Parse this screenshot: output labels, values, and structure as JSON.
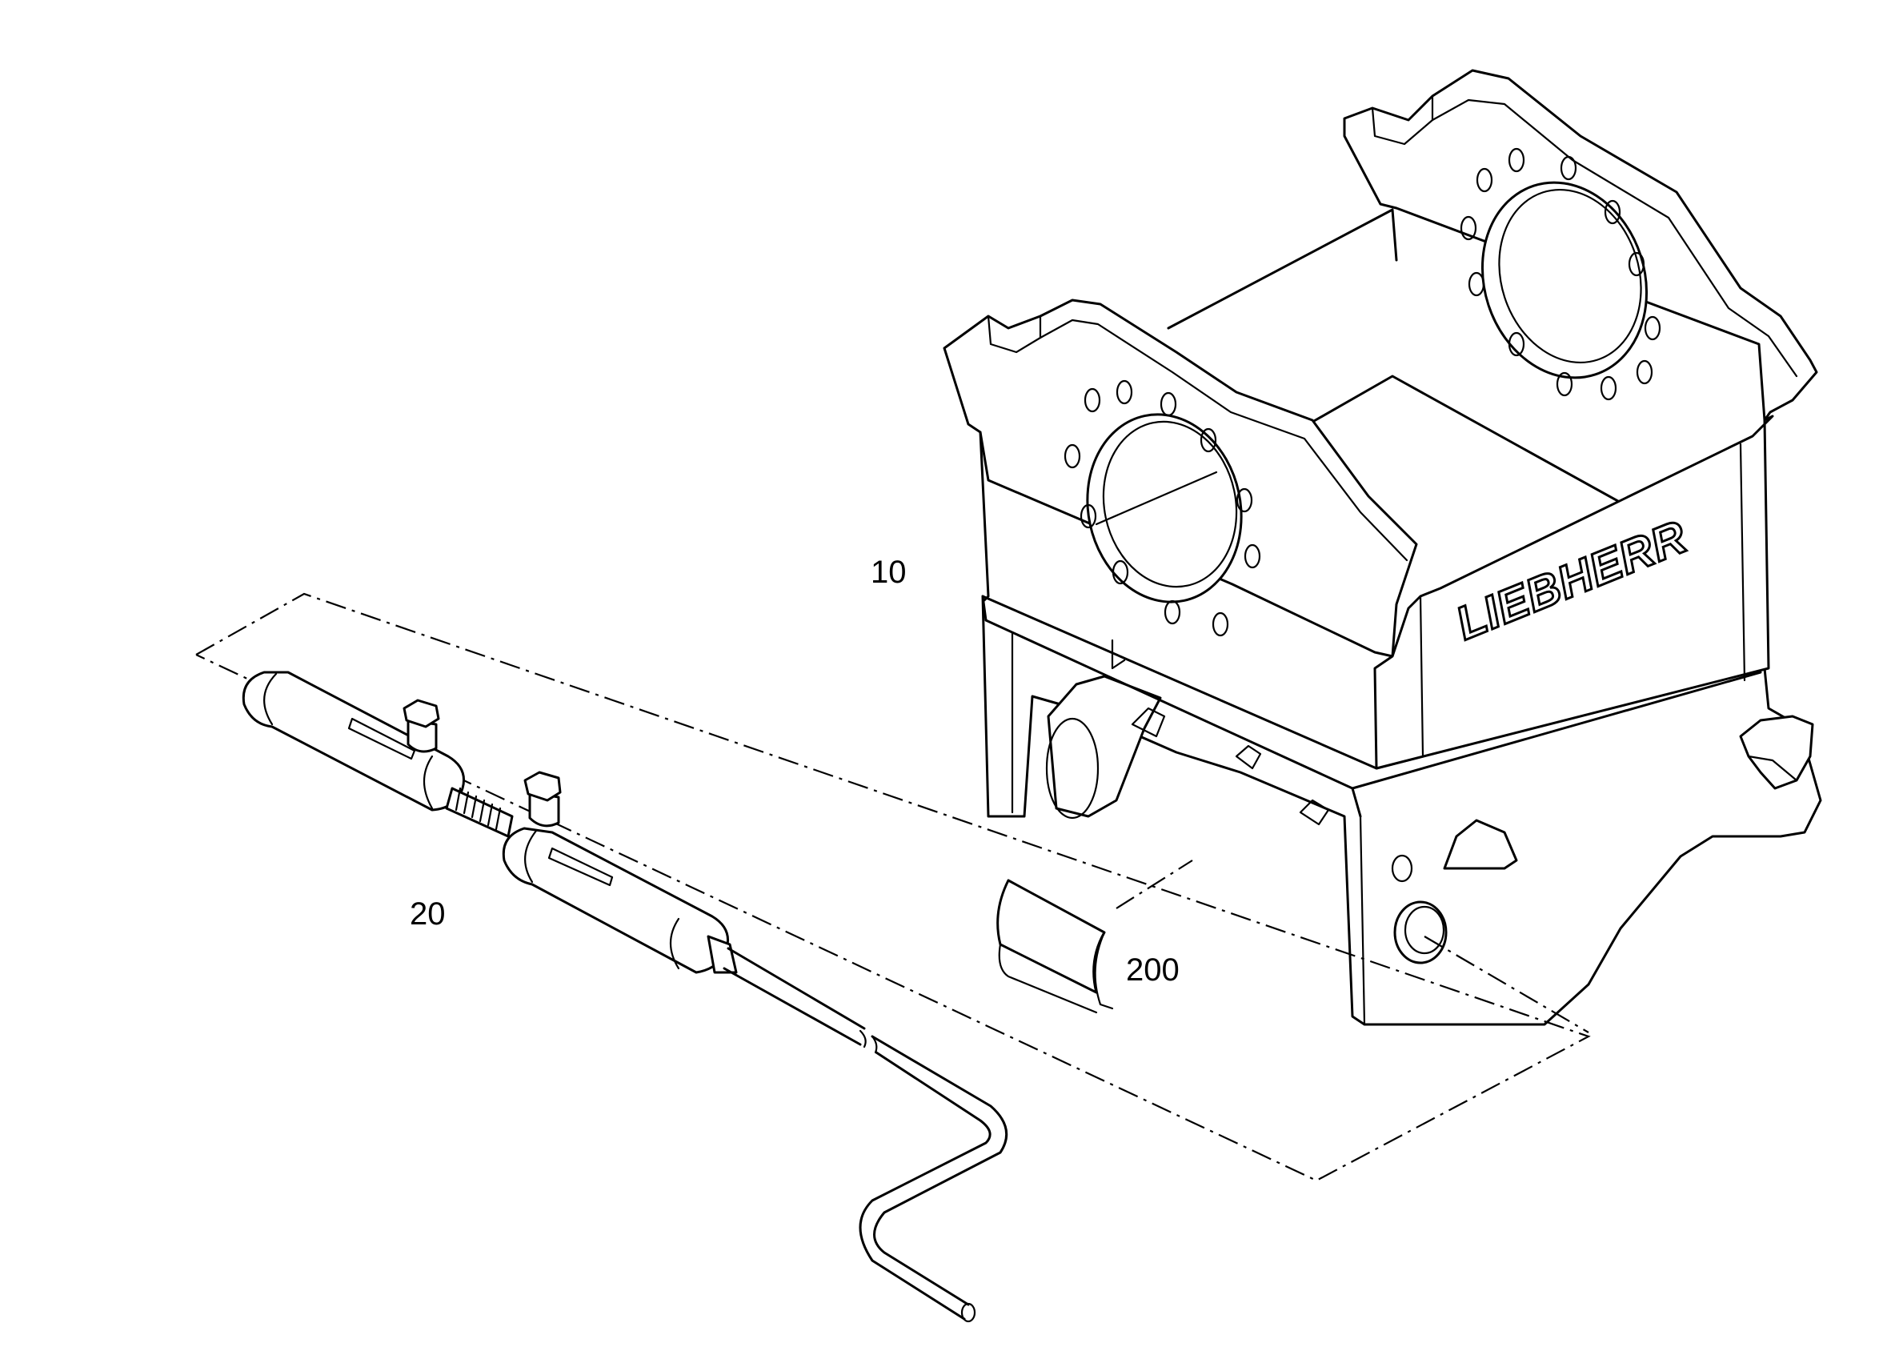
{
  "diagram": {
    "callouts": [
      {
        "id": "part-10",
        "label": "10"
      },
      {
        "id": "part-20",
        "label": "20"
      },
      {
        "id": "part-200",
        "label": "200"
      }
    ],
    "brand_text": "LIEBHERR",
    "colors": {
      "line": "#000000",
      "background": "#ffffff"
    }
  }
}
